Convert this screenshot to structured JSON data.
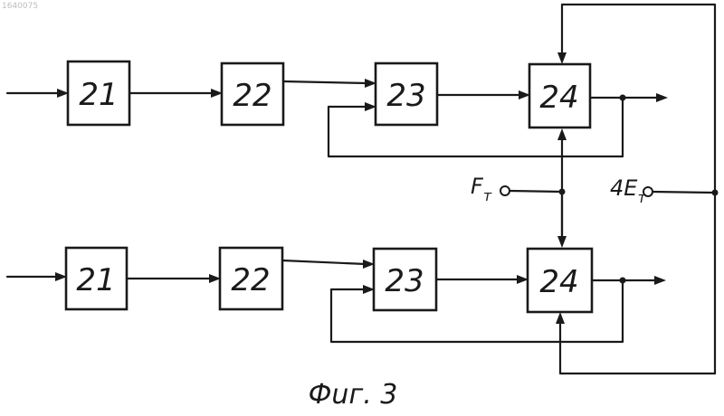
{
  "document_id": "1640075",
  "rows": [
    {
      "blocks": [
        {
          "key": "b21",
          "label": "21"
        },
        {
          "key": "b22",
          "label": "22"
        },
        {
          "key": "b23",
          "label": "23"
        },
        {
          "key": "b24",
          "label": "24"
        }
      ]
    },
    {
      "blocks": [
        {
          "key": "b21",
          "label": "21"
        },
        {
          "key": "b22",
          "label": "22"
        },
        {
          "key": "b23",
          "label": "23"
        },
        {
          "key": "b24",
          "label": "24"
        }
      ]
    }
  ],
  "signals": {
    "clock_label": "F",
    "clock_subscript": "т",
    "phase_label": "4E",
    "phase_subscript": "т"
  },
  "caption": "Фuг. 3"
}
